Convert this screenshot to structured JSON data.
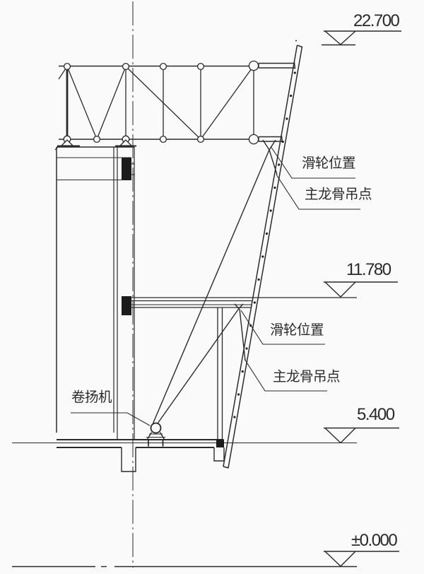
{
  "page": {
    "background": "#fbfafa",
    "line_color": "#2a2a2a",
    "type": "construction-section-drawing"
  },
  "elevations": {
    "top": {
      "value": "22.700"
    },
    "mid": {
      "value": "11.780"
    },
    "low": {
      "value": "5.400"
    },
    "ground": {
      "value": "±0.000"
    }
  },
  "callouts": {
    "pulley_upper": {
      "text": "滑轮位置"
    },
    "keel_upper": {
      "text": "主龙骨吊点"
    },
    "pulley_lower": {
      "text": "滑轮位置"
    },
    "keel_lower": {
      "text": "主龙骨吊点"
    },
    "winch": {
      "text": "卷扬机"
    }
  }
}
